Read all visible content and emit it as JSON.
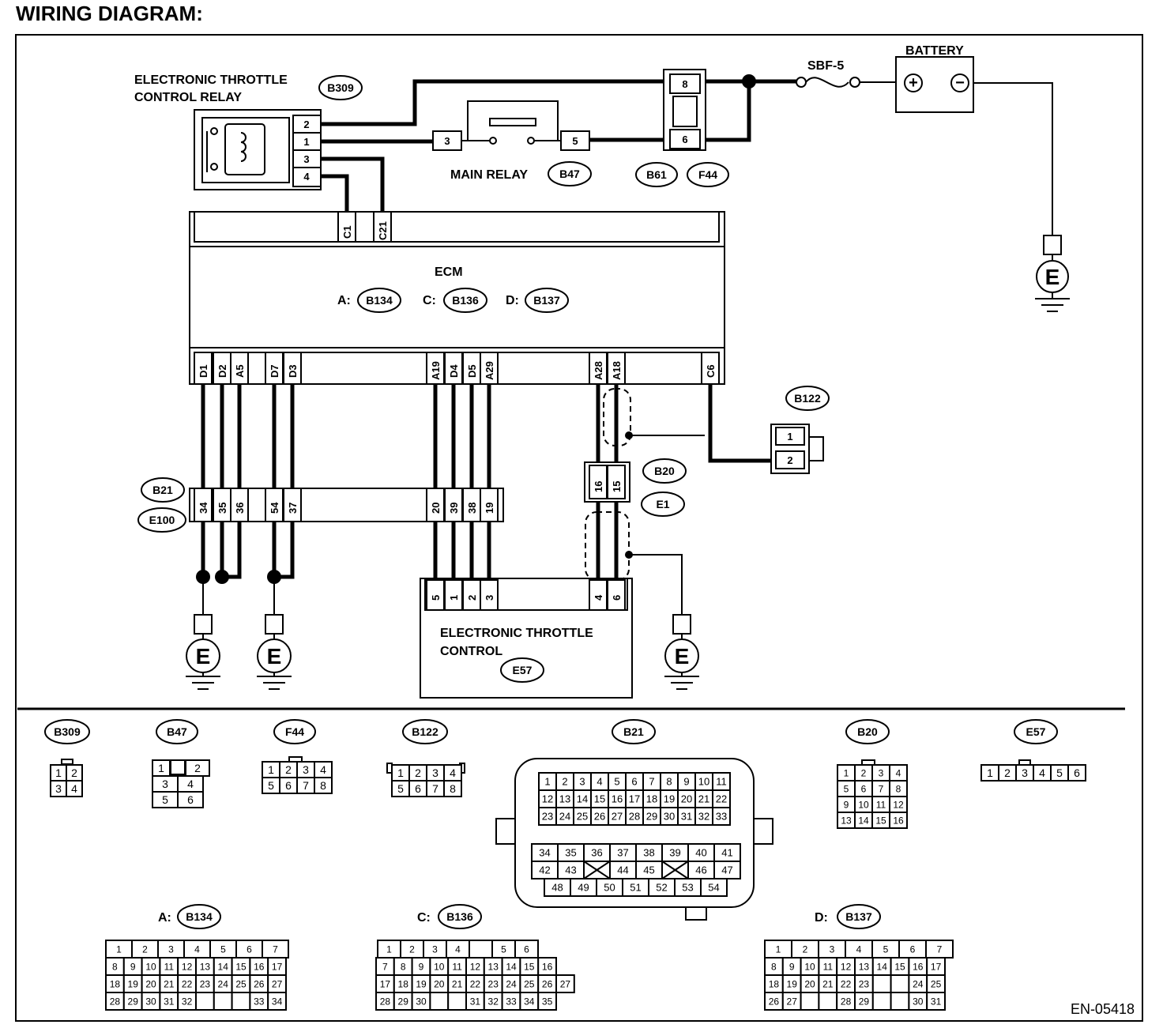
{
  "title": "WIRING DIAGRAM:",
  "doc_code": "EN-05418",
  "relay": {
    "name": [
      "ELECTRONIC THROTTLE",
      "CONTROL RELAY"
    ],
    "ref": "B309",
    "pins": [
      "2",
      "1",
      "3",
      "4"
    ]
  },
  "main_relay": {
    "name": "MAIN RELAY",
    "ref": "B47",
    "pin_left": "3",
    "pin_right": "5"
  },
  "fuse_block": {
    "refs": [
      "B61",
      "F44"
    ],
    "pins": [
      "8",
      "6"
    ]
  },
  "fuse": "SBF-5",
  "battery": {
    "name": "BATTERY",
    "plus": "+",
    "minus": "−"
  },
  "ground": "E",
  "ecm": {
    "name": "ECM",
    "refs": [
      {
        "prefix": "A:",
        "ref": "B134"
      },
      {
        "prefix": "C:",
        "ref": "B136"
      },
      {
        "prefix": "D:",
        "ref": "B137"
      }
    ],
    "top_pins": [
      "C1",
      "C21"
    ],
    "bottom_pins": [
      "D1",
      "D2",
      "A5",
      "D7",
      "D3",
      "A19",
      "D4",
      "D5",
      "A29",
      "A28",
      "A18",
      "C6"
    ]
  },
  "b122": {
    "ref": "B122",
    "pins": [
      "1",
      "2"
    ]
  },
  "b20": {
    "refs": [
      "B20",
      "E1"
    ],
    "pins": [
      "16",
      "15"
    ]
  },
  "b21": {
    "refs": [
      "B21",
      "E100"
    ],
    "pins": [
      "34",
      "35",
      "36",
      "54",
      "37",
      "20",
      "39",
      "38",
      "19"
    ]
  },
  "etc": {
    "name": [
      "ELECTRONIC THROTTLE",
      "CONTROL"
    ],
    "ref": "E57",
    "pins": [
      "5",
      "1",
      "2",
      "3",
      "4",
      "6"
    ]
  },
  "connectors": {
    "b309": {
      "ref": "B309",
      "rows": [
        [
          "1",
          "2"
        ],
        [
          "3",
          "4"
        ]
      ]
    },
    "b47": {
      "ref": "B47",
      "rows": [
        [
          "1",
          "2"
        ],
        [
          "3",
          "4"
        ],
        [
          "5",
          "6"
        ]
      ]
    },
    "f44": {
      "ref": "F44",
      "rows": [
        [
          "1",
          "2",
          "3",
          "4"
        ],
        [
          "5",
          "6",
          "7",
          "8"
        ]
      ]
    },
    "b122": {
      "ref": "B122",
      "rows": [
        [
          "1",
          "2",
          "3",
          "4"
        ],
        [
          "5",
          "6",
          "7",
          "8"
        ]
      ]
    },
    "b21": {
      "ref": "B21",
      "rows": [
        [
          "1",
          "2",
          "3",
          "4",
          "5",
          "6",
          "7",
          "8",
          "9",
          "10",
          "11"
        ],
        [
          "12",
          "13",
          "14",
          "15",
          "16",
          "17",
          "18",
          "19",
          "20",
          "21",
          "22"
        ],
        [
          "23",
          "24",
          "25",
          "26",
          "27",
          "28",
          "29",
          "30",
          "31",
          "32",
          "33"
        ]
      ],
      "rows2": [
        [
          "34",
          "35",
          "36",
          "37",
          "38",
          "39",
          "40",
          "41"
        ],
        [
          "42",
          "43",
          "",
          "44",
          "45",
          "",
          "46",
          "47"
        ],
        [
          "48",
          "49",
          "50",
          "51",
          "52",
          "53",
          "54"
        ]
      ]
    },
    "b20": {
      "ref": "B20",
      "rows": [
        [
          "1",
          "2",
          "3",
          "4"
        ],
        [
          "5",
          "6",
          "7",
          "8"
        ],
        [
          "9",
          "10",
          "11",
          "12"
        ],
        [
          "13",
          "14",
          "15",
          "16"
        ]
      ]
    },
    "e57": {
      "ref": "E57",
      "rows": [
        [
          "1",
          "2",
          "3",
          "4",
          "5",
          "6"
        ]
      ]
    },
    "b134": {
      "prefix": "A:",
      "ref": "B134",
      "rows": [
        [
          "1",
          "2",
          "3",
          "4",
          "5",
          "6",
          "7"
        ],
        [
          "8",
          "9",
          "10",
          "11",
          "12",
          "13",
          "14",
          "15",
          "16",
          "17"
        ],
        [
          "18",
          "19",
          "20",
          "21",
          "22",
          "23",
          "24",
          "25",
          "26",
          "27"
        ],
        [
          "28",
          "29",
          "30",
          "31",
          "32",
          "",
          "",
          "",
          "33",
          "34"
        ]
      ]
    },
    "b136": {
      "prefix": "C:",
      "ref": "B136",
      "rows": [
        [
          "1",
          "2",
          "3",
          "4",
          "",
          "5",
          "6"
        ],
        [
          "7",
          "8",
          "9",
          "10",
          "11",
          "12",
          "13",
          "14",
          "15",
          "16"
        ],
        [
          "17",
          "18",
          "19",
          "20",
          "21",
          "22",
          "23",
          "24",
          "25",
          "26",
          "27"
        ],
        [
          "28",
          "29",
          "30",
          "",
          "",
          "31",
          "32",
          "33",
          "34",
          "35"
        ]
      ]
    },
    "b137": {
      "prefix": "D:",
      "ref": "B137",
      "rows": [
        [
          "1",
          "2",
          "3",
          "4",
          "5",
          "6",
          "7"
        ],
        [
          "8",
          "9",
          "10",
          "11",
          "12",
          "13",
          "14",
          "15",
          "16",
          "17"
        ],
        [
          "18",
          "19",
          "20",
          "21",
          "22",
          "23",
          "",
          "",
          "24",
          "25"
        ],
        [
          "26",
          "27",
          "",
          "",
          "28",
          "29",
          "",
          "",
          "30",
          "31"
        ]
      ]
    }
  }
}
